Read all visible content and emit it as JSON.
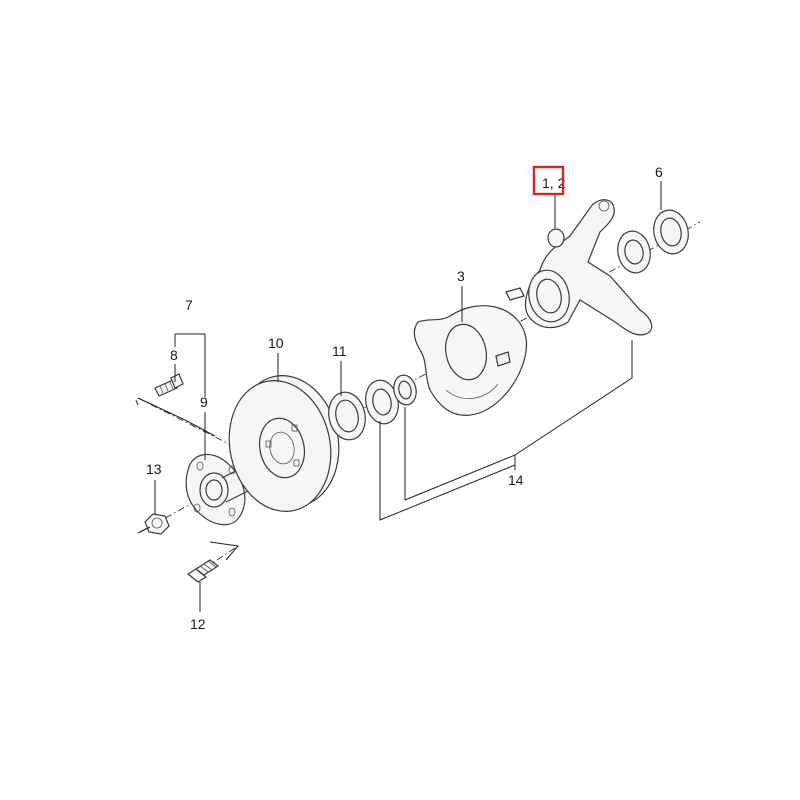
{
  "callouts": {
    "c1_2": "1, 2",
    "c3": "3",
    "c6": "6",
    "c7": "7",
    "c8": "8",
    "c9": "9",
    "c10": "10",
    "c11": "11",
    "c12": "12",
    "c13": "13",
    "c14": "14"
  },
  "colors": {
    "highlight": "#d9232a",
    "line": "#3a3a3a",
    "background": "#ffffff"
  }
}
